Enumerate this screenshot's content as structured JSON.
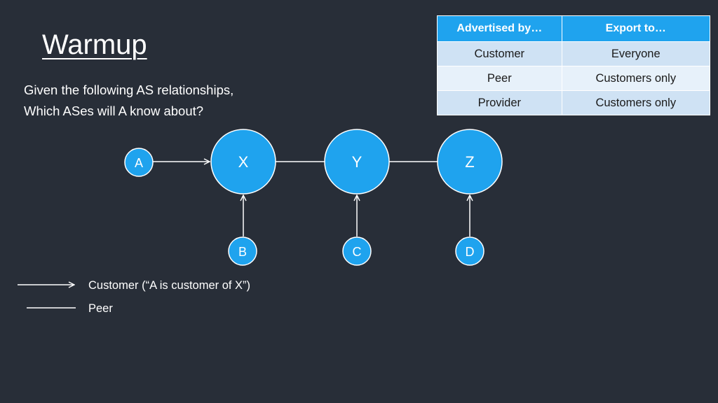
{
  "slide": {
    "title": "Warmup",
    "question_line1": "Given the following AS relationships,",
    "question_line2": "Which ASes will A know about?"
  },
  "table": {
    "headers": [
      "Advertised by…",
      "Export to…"
    ],
    "rows": [
      [
        "Customer",
        "Everyone"
      ],
      [
        "Peer",
        "Customers only"
      ],
      [
        "Provider",
        "Customers only"
      ]
    ]
  },
  "graph": {
    "nodes": [
      "A",
      "X",
      "Y",
      "Z",
      "B",
      "C",
      "D"
    ],
    "edges": [
      {
        "from": "A",
        "to": "X",
        "type": "customer"
      },
      {
        "from": "X",
        "to": "Y",
        "type": "peer"
      },
      {
        "from": "Y",
        "to": "Z",
        "type": "peer"
      },
      {
        "from": "B",
        "to": "X",
        "type": "customer"
      },
      {
        "from": "C",
        "to": "Y",
        "type": "customer"
      },
      {
        "from": "D",
        "to": "Z",
        "type": "customer"
      }
    ]
  },
  "legend": {
    "customer_label": "Customer (“A is customer of X”)",
    "peer_label": "Peer"
  },
  "colors": {
    "background": "#282e38",
    "node_fill": "#1fa3ee",
    "table_header": "#1fa3ee",
    "table_row_dark": "#cfe2f4",
    "table_row_light": "#e7f1fa"
  }
}
